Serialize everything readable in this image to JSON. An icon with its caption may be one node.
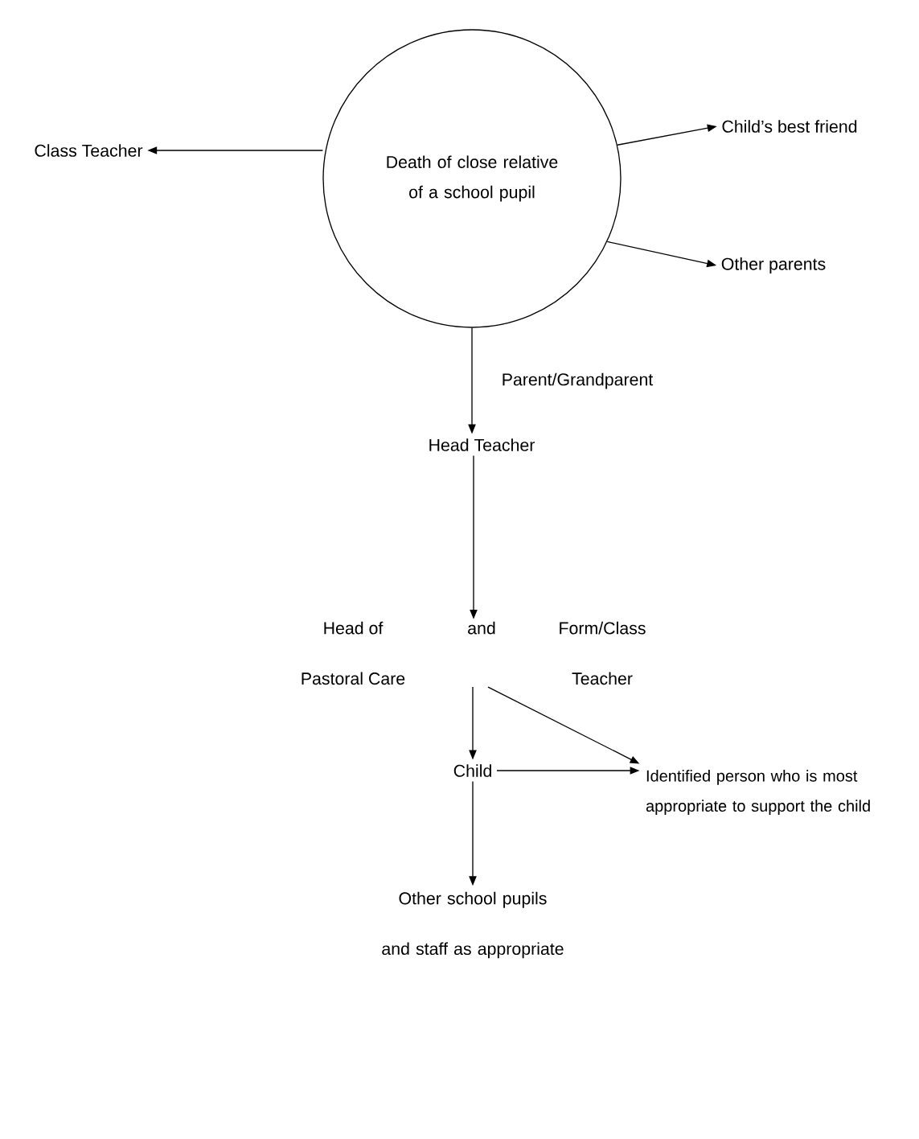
{
  "diagram": {
    "nodes": [
      {
        "text": [
          "Death of close relative of a school pupil"
        ]
      },
      {
        "text": [
          "Class Teacher"
        ]
      },
      {
        "text": [
          "Child’s best friend"
        ]
      },
      {
        "text": [
          "Other parents"
        ]
      },
      {
        "text": [
          "Head Teacher"
        ]
      },
      {
        "text": [
          "Head of Pastoral Care",
          "and",
          "Form/Class Teacher"
        ]
      },
      {
        "text": [
          "Child"
        ]
      },
      {
        "text": [
          "Identified person who is most appropriate to support the child"
        ]
      },
      {
        "text": [
          "Other school pupils and staff as appropriate"
        ]
      }
    ],
    "edges": [
      {
        "from": 0,
        "to": 1,
        "arrow": "to"
      },
      {
        "from": 0,
        "to": 2,
        "arrow": "to"
      },
      {
        "from": 0,
        "to": 3,
        "arrow": "to"
      },
      {
        "from": 0,
        "to": 4,
        "arrow": "to",
        "label": "Parent/Grandparent"
      },
      {
        "from": 4,
        "to": 5,
        "arrow": "to"
      },
      {
        "from": 5,
        "to": 6,
        "arrow": "to"
      },
      {
        "from": 5,
        "to": 7,
        "arrow": "to"
      },
      {
        "from": 6,
        "to": 7,
        "arrow": "to"
      },
      {
        "from": 6,
        "to": 8,
        "arrow": "to"
      }
    ]
  }
}
